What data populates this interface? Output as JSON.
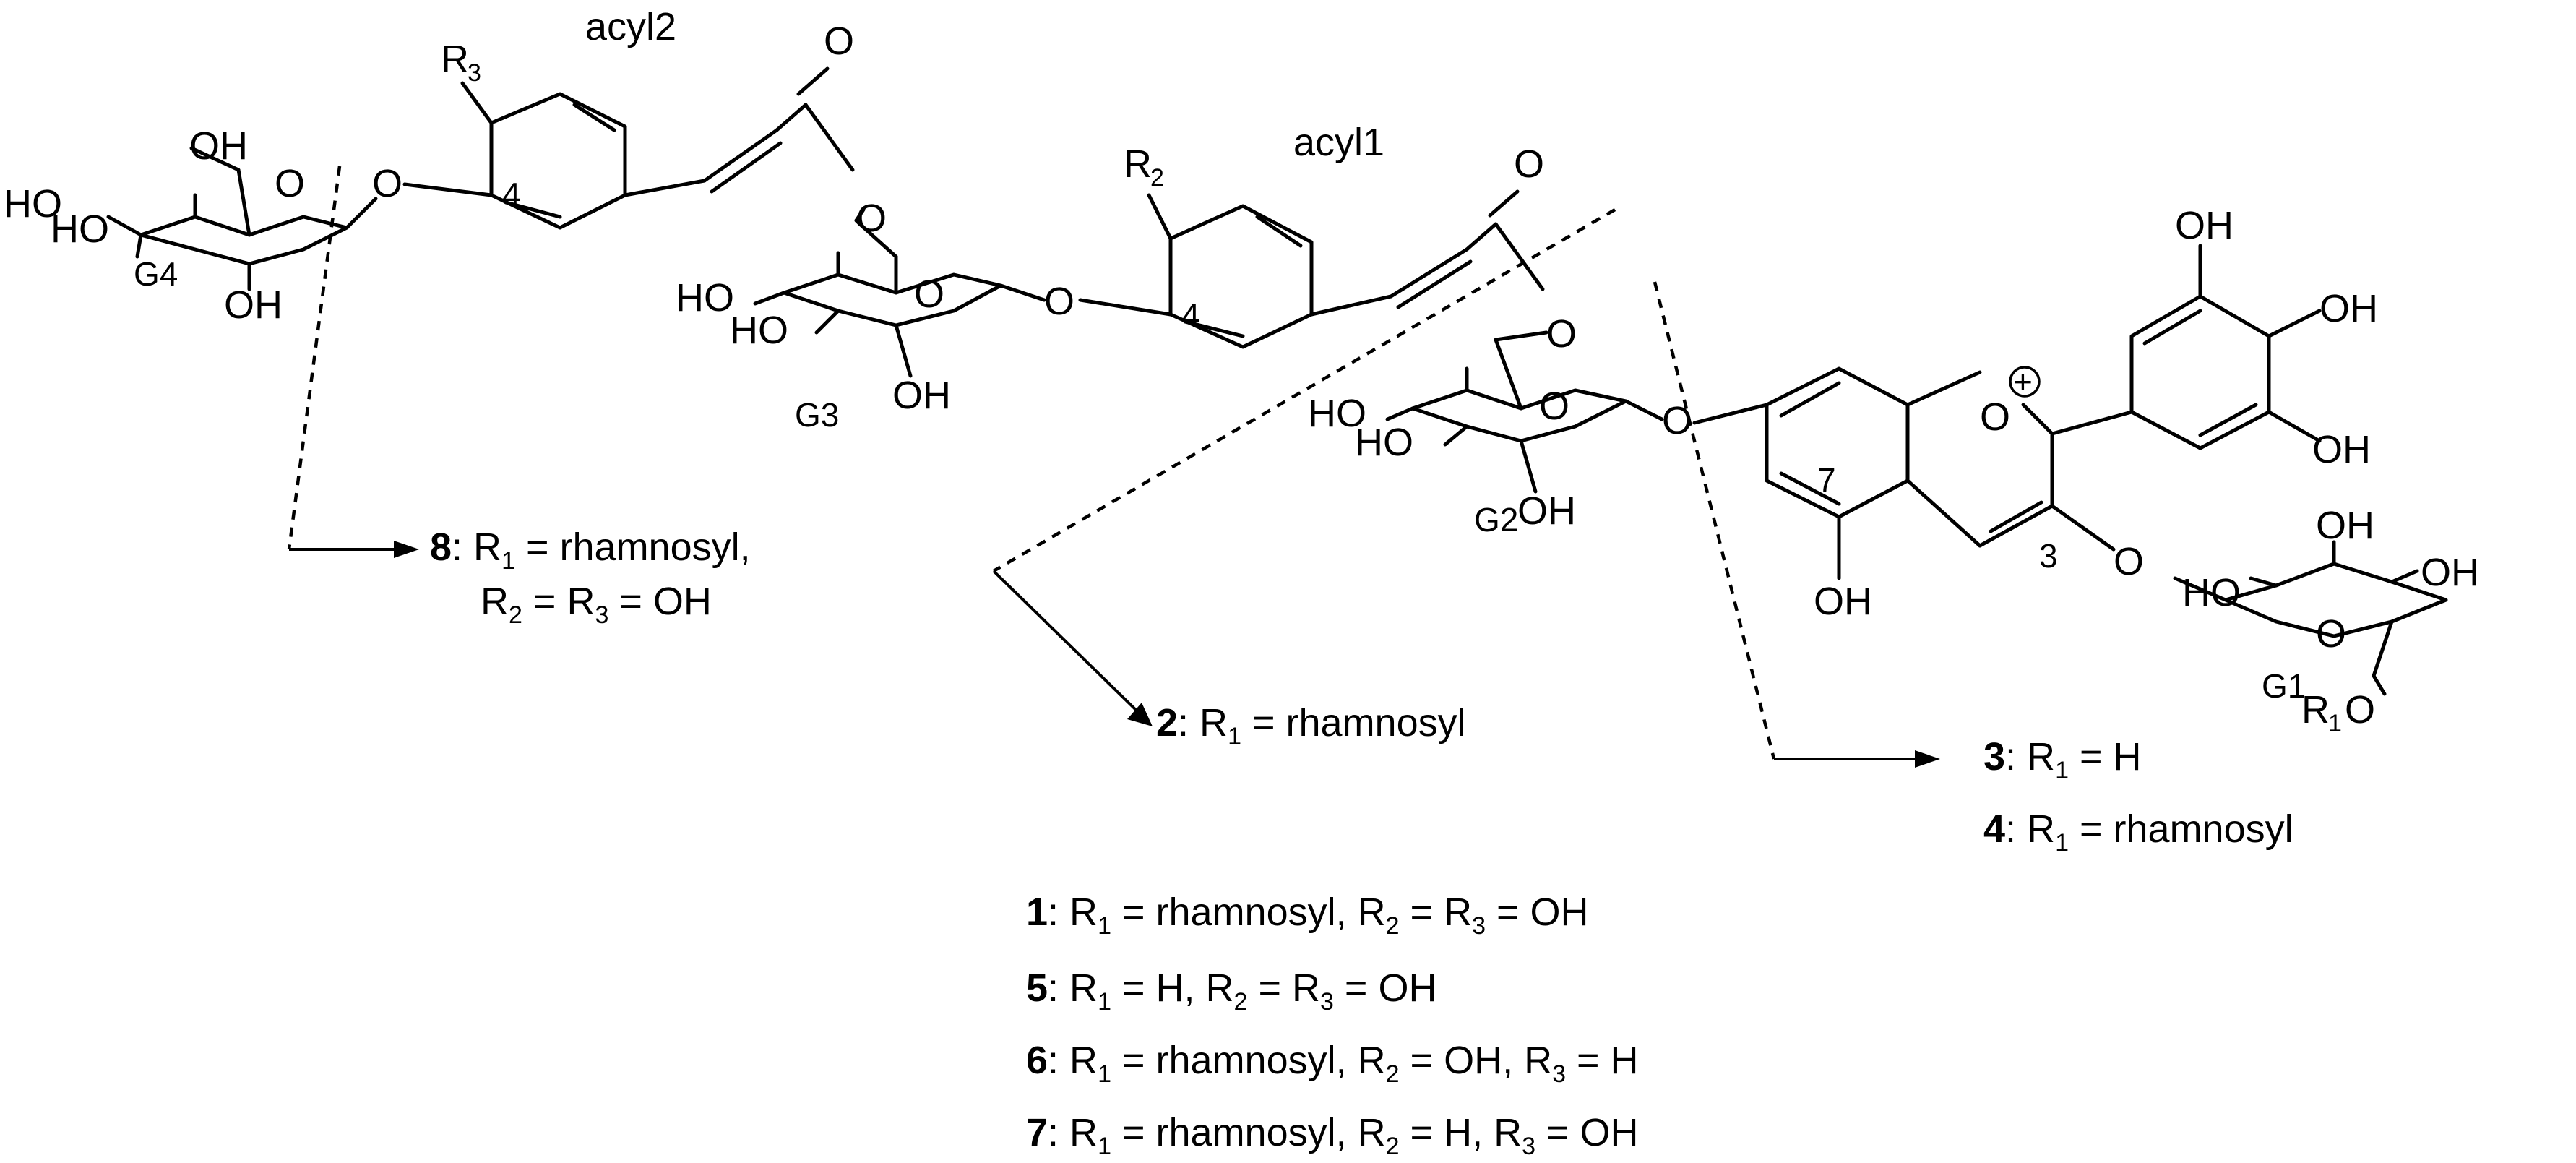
{
  "labels": {
    "acyl1": "acyl1",
    "acyl2": "acyl2",
    "G1": "G1",
    "G2": "G2",
    "G3": "G3",
    "G4": "G4",
    "OH": "OH",
    "HO": "HO",
    "O": "O",
    "R": "R",
    "sub1": "1",
    "sub2": "2",
    "sub3": "3",
    "pos3": "3",
    "pos4": "4",
    "pos7": "7",
    "plus": "+"
  },
  "compounds": [
    {
      "id": "1",
      "text": ": R",
      "s1": "1",
      "a": " = rhamnosyl, R",
      "s2": "2",
      "b": " = R",
      "s3": "3",
      "c": " = OH"
    },
    {
      "id": "5",
      "text": ": R",
      "s1": "1",
      "a": " = H, R",
      "s2": "2",
      "b": " = R",
      "s3": "3",
      "c": " = OH"
    },
    {
      "id": "6",
      "text": ": R",
      "s1": "1",
      "a": " = rhamnosyl, R",
      "s2": "2",
      "b": " = OH, R",
      "s3": "3",
      "c": " = H"
    },
    {
      "id": "7",
      "text": ": R",
      "s1": "1",
      "a": " = rhamnosyl, R",
      "s2": "2",
      "b": " = H, R",
      "s3": "3",
      "c": " = OH"
    }
  ],
  "callouts": {
    "c8": {
      "id": "8",
      "line1": ": R",
      "s1": "1",
      "t1": " = rhamnosyl,",
      "line2a": "R",
      "s2": "2",
      "line2b": " = R",
      "s3": "3",
      "line2c": " = OH"
    },
    "c2": {
      "id": "2",
      "text": ": R",
      "s1": "1",
      "t": " = rhamnosyl"
    },
    "c3": {
      "id": "3",
      "text": ": R",
      "s1": "1",
      "t": " = H"
    },
    "c4": {
      "id": "4",
      "text": ": R",
      "s1": "1",
      "t": " = rhamnosyl"
    }
  }
}
